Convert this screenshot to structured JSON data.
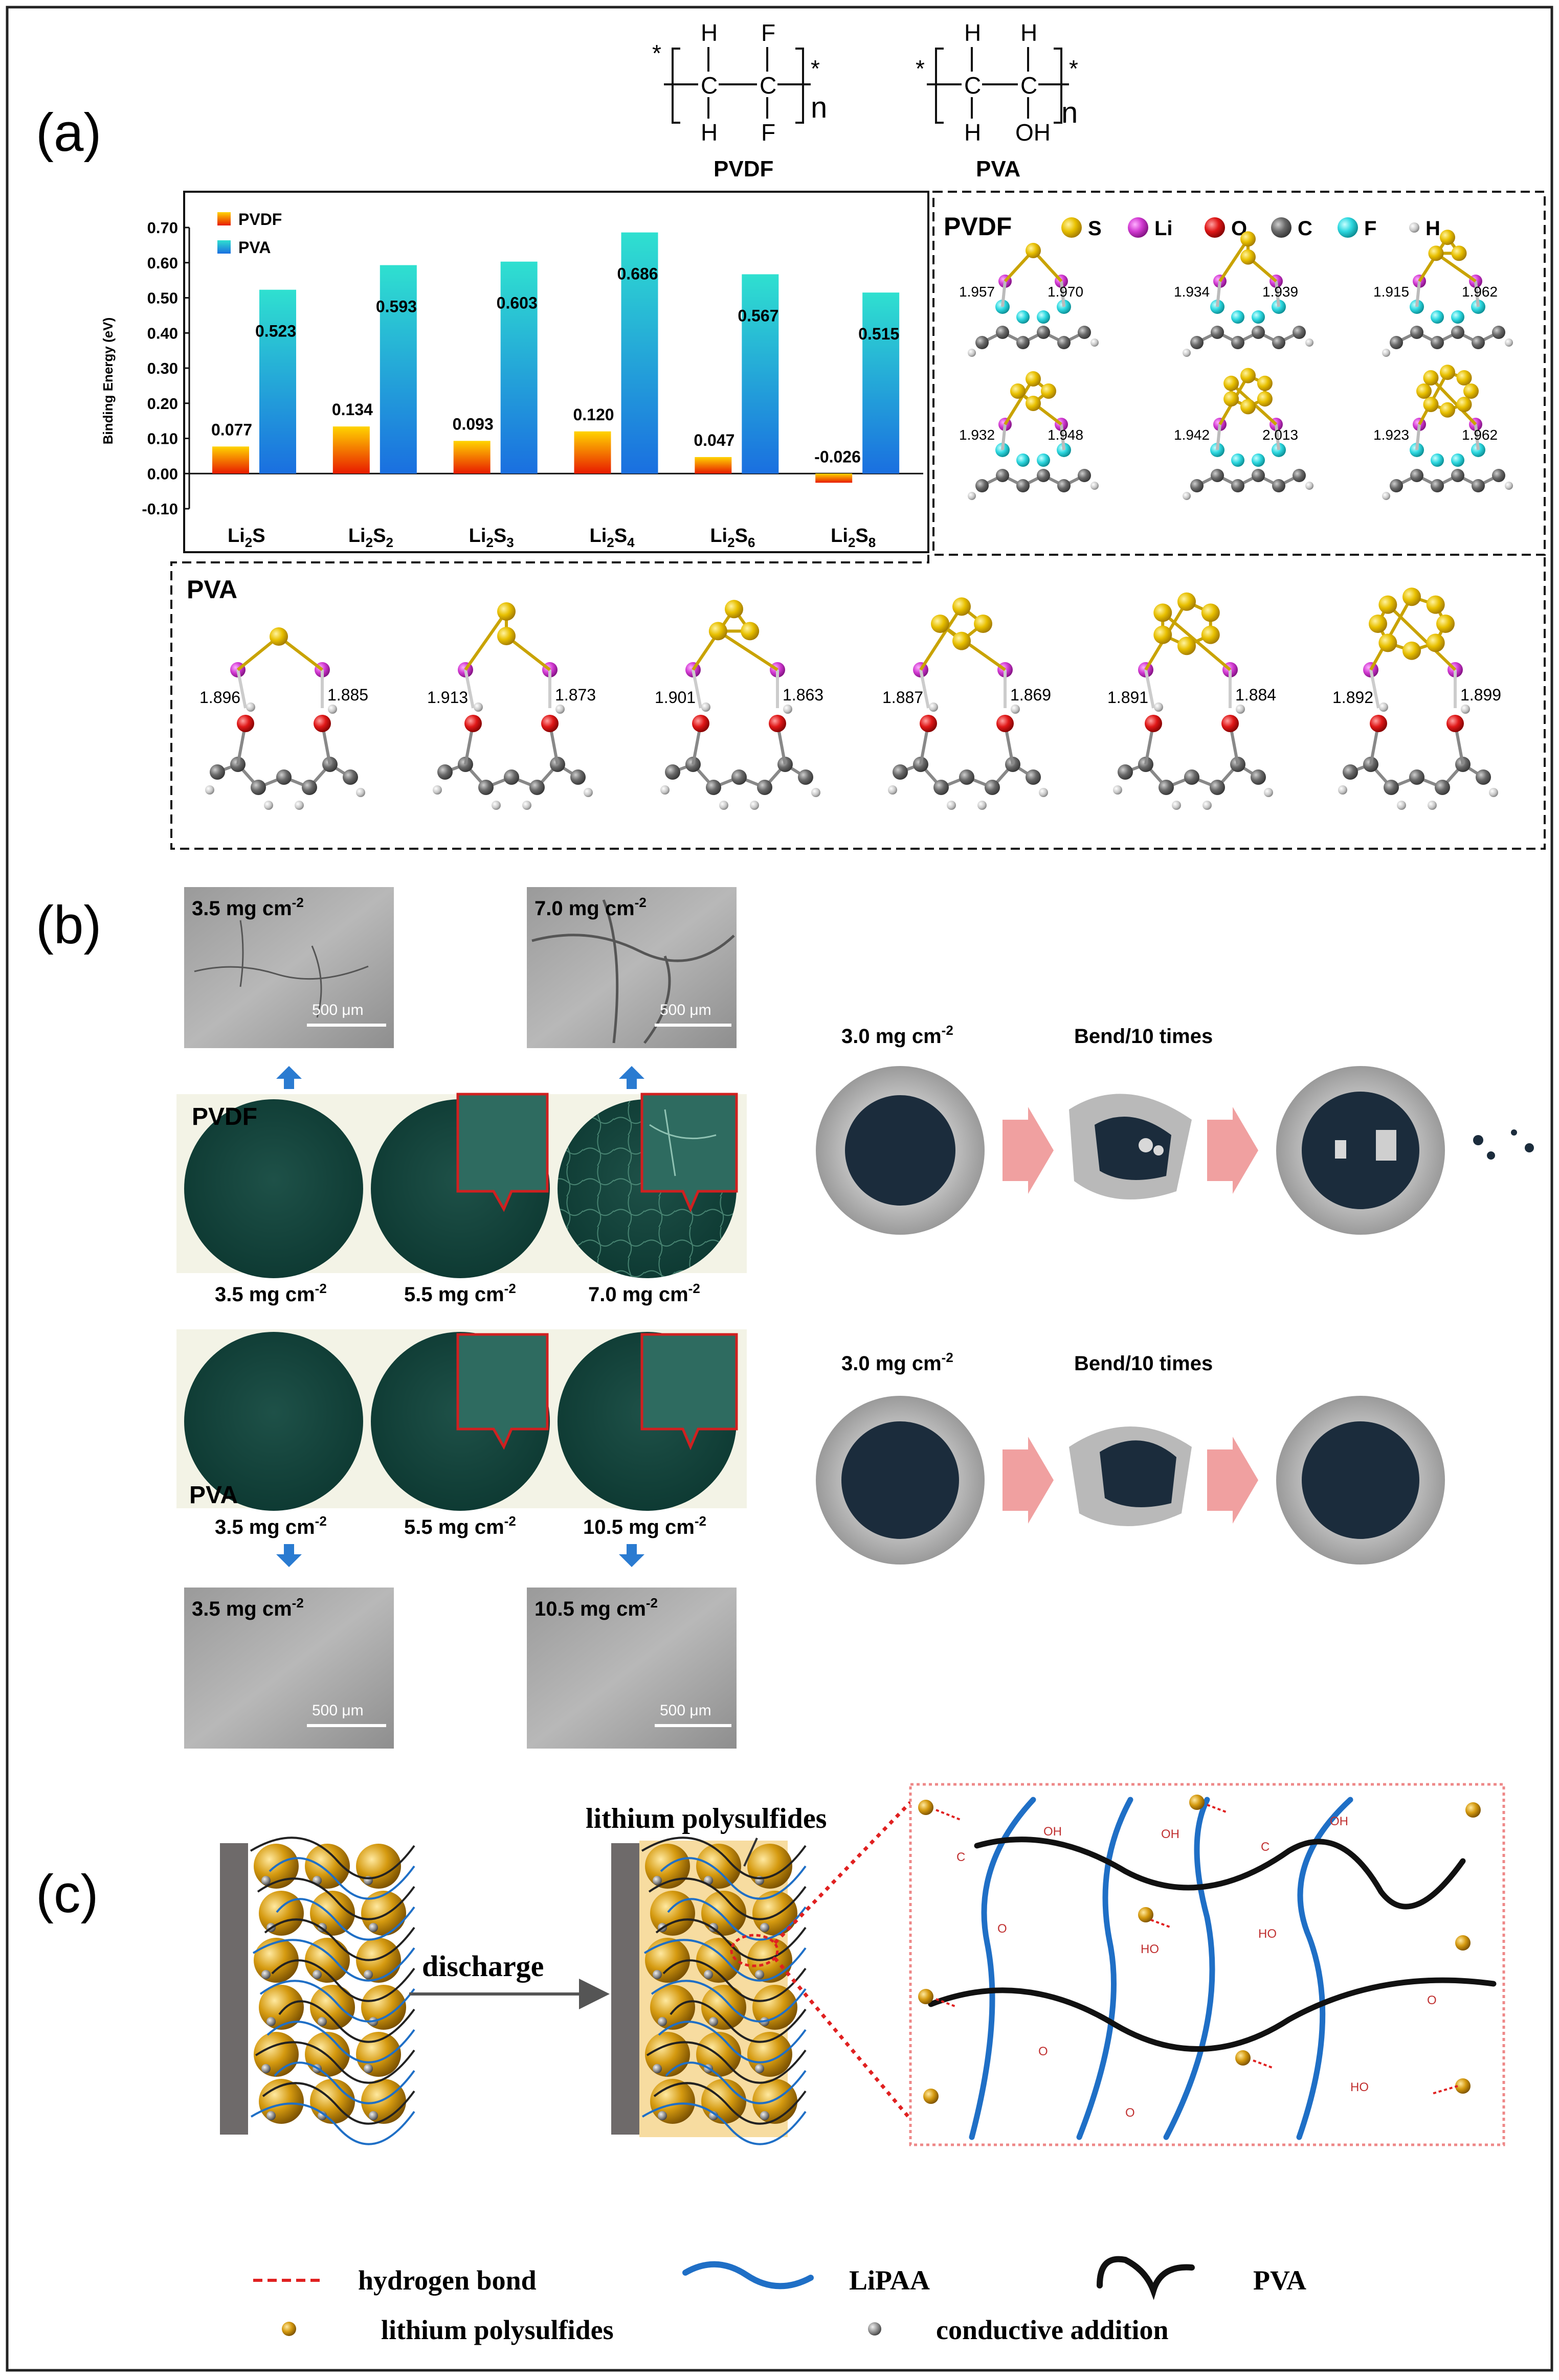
{
  "panels": {
    "a": "(a)",
    "b": "(b)",
    "c": "(c)"
  },
  "structures": {
    "pvdf": {
      "label": "PVDF",
      "subscript": "n",
      "star": "*",
      "atoms_top": [
        "H",
        "F"
      ],
      "atoms_bottom": [
        "H",
        "F"
      ],
      "atoms_backbone": [
        "C",
        "C"
      ]
    },
    "pva": {
      "label": "PVA",
      "subscript": "n",
      "star": "*",
      "atoms_top": [
        "H",
        "H"
      ],
      "atoms_bottom": [
        "H",
        "OH"
      ],
      "atoms_backbone": [
        "C",
        "C"
      ]
    }
  },
  "chart_data": {
    "type": "bar",
    "title": "",
    "xlabel": "",
    "ylabel": "Binding Energy (eV)",
    "ylim": [
      -0.1,
      0.7
    ],
    "yticks": [
      "0.70",
      "0.60",
      "0.50",
      "0.40",
      "0.30",
      "0.20",
      "0.10",
      "0.00",
      "-0.10"
    ],
    "categories": [
      {
        "base": "Li",
        "sub1": "2",
        "mid": "S",
        "sub2": ""
      },
      {
        "base": "Li",
        "sub1": "2",
        "mid": "S",
        "sub2": "2"
      },
      {
        "base": "Li",
        "sub1": "2",
        "mid": "S",
        "sub2": "3"
      },
      {
        "base": "Li",
        "sub1": "2",
        "mid": "S",
        "sub2": "4"
      },
      {
        "base": "Li",
        "sub1": "2",
        "mid": "S",
        "sub2": "6"
      },
      {
        "base": "Li",
        "sub1": "2",
        "mid": "S",
        "sub2": "8"
      }
    ],
    "series": [
      {
        "name": "PVDF",
        "values": [
          0.077,
          0.134,
          0.093,
          0.12,
          0.047,
          -0.026
        ],
        "labels": [
          "0.077",
          "0.134",
          "0.093",
          "0.120",
          "0.047",
          "-0.026"
        ],
        "colors": [
          "#ffd400",
          "#e81a00"
        ]
      },
      {
        "name": "PVA",
        "values": [
          0.523,
          0.593,
          0.603,
          0.686,
          0.567,
          0.515
        ],
        "labels": [
          "0.523",
          "0.593",
          "0.603",
          "0.686",
          "0.567",
          "0.515"
        ],
        "colors": [
          "#2fe0d0",
          "#1a6fe0"
        ]
      }
    ],
    "legend": "top-left"
  },
  "pvdf_box": {
    "title": "PVDF",
    "legend": [
      {
        "name": "S",
        "color": "#e8c000"
      },
      {
        "name": "Li",
        "color": "#d23ad2"
      },
      {
        "name": "O",
        "color": "#e01818"
      },
      {
        "name": "C",
        "color": "#6a6a6a"
      },
      {
        "name": "F",
        "color": "#2ed8e0"
      },
      {
        "name": "H",
        "color": "#c8c8c8"
      }
    ],
    "distances": [
      [
        "1.957",
        "1.970"
      ],
      [
        "1.934",
        "1.939"
      ],
      [
        "1.915",
        "1.962"
      ],
      [
        "1.932",
        "1.948"
      ],
      [
        "1.942",
        "2.013"
      ],
      [
        "1.923",
        "1.962"
      ]
    ]
  },
  "pva_box": {
    "title": "PVA",
    "distances": [
      [
        "1.896",
        "1.885"
      ],
      [
        "1.913",
        "1.873"
      ],
      [
        "1.901",
        "1.863"
      ],
      [
        "1.887",
        "1.869"
      ],
      [
        "1.891",
        "1.884"
      ],
      [
        "1.892",
        "1.899"
      ]
    ]
  },
  "panel_b": {
    "sem_top": [
      {
        "label": "3.5 mg cm",
        "exp": "-2",
        "scale": "500 μm"
      },
      {
        "label": "7.0 mg cm",
        "exp": "-2",
        "scale": "500 μm"
      }
    ],
    "sem_bottom": [
      {
        "label": "3.5 mg cm",
        "exp": "-2",
        "scale": "500 μm"
      },
      {
        "label": "10.5 mg cm",
        "exp": "-2",
        "scale": "500 μm"
      }
    ],
    "pvdf_label": "PVDF",
    "pva_label": "PVA",
    "pvdf_loadings": [
      {
        "v": "3.5 mg cm",
        "exp": "-2"
      },
      {
        "v": "5.5 mg cm",
        "exp": "-2"
      },
      {
        "v": "7.0 mg cm",
        "exp": "-2"
      }
    ],
    "pva_loadings": [
      {
        "v": "3.5 mg cm",
        "exp": "-2"
      },
      {
        "v": "5.5 mg cm",
        "exp": "-2"
      },
      {
        "v": "10.5 mg cm",
        "exp": "-2"
      }
    ],
    "bend_rows": [
      {
        "loading": "3.0 mg cm",
        "exp": "-2",
        "bend": "Bend/10 times"
      },
      {
        "loading": "3.0 mg cm",
        "exp": "-2",
        "bend": "Bend/10 times"
      }
    ]
  },
  "panel_c": {
    "discharge": "discharge",
    "polysulfides_top": "lithium polysulfides",
    "legend": {
      "hydrogen_bond": "hydrogen bond",
      "lipaa": "LiPAA",
      "pva": "PVA",
      "polysulfides": "lithium polysulfides",
      "conductive": "conductive addition"
    },
    "groups": [
      "OH",
      "HO",
      "O",
      "C"
    ]
  }
}
